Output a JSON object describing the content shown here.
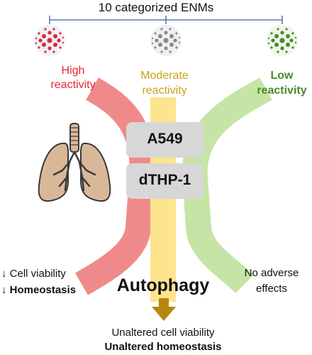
{
  "title": "10 categorized ENMs",
  "groups": [
    {
      "label_line1": "High",
      "label_line2": "reactivity",
      "color": "#e8262b"
    },
    {
      "label_line1": "Moderate",
      "label_line2": "reactivity",
      "color": "#c8a21e"
    },
    {
      "label_line1": "Low",
      "label_line2": "reactivity",
      "color": "#4a8a2a"
    }
  ],
  "cell_lines": [
    "A549",
    "dTHP-1"
  ],
  "center_label": "Autophagy",
  "left_outcome": {
    "line1": "↓ Cell viability",
    "line2": "↓ Homeostasis"
  },
  "right_outcome": {
    "line1": "No adverse",
    "line2": "effects"
  },
  "bottom_outcome": {
    "line1": "Unaltered cell viability",
    "line2": "Unaltered homeostasis"
  },
  "colors": {
    "red_band": "#f08a8a",
    "yellow_band": "#fde48e",
    "green_band": "#c6e4a6",
    "box": "#d7d7d7",
    "bracket": "#3f5ea8",
    "lung": "#d9b89a",
    "arrow": "#b8860b"
  },
  "icons": [
    "nanoparticle-red-icon",
    "nanoparticle-gray-icon",
    "nanoparticle-green-icon",
    "lungs-icon",
    "down-arrow-icon"
  ]
}
